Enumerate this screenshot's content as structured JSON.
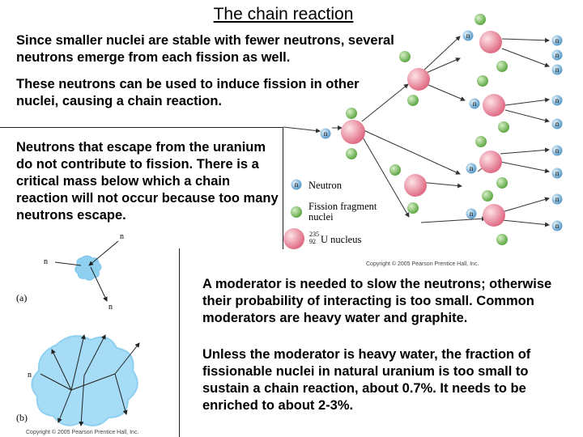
{
  "title": "The chain reaction",
  "paragraphs": {
    "p1": "Since smaller nuclei are stable with fewer neutrons, several neutrons emerge from each fission as well.",
    "p2": "These neutrons can be used to induce fission in other nuclei, causing a chain reaction.",
    "p3": "Neutrons that escape from the uranium do not contribute to fission. There is a critical mass below which a chain reaction will not occur because too many neutrons escape.",
    "p4": "A moderator is needed to slow the neutrons; otherwise their probability of interacting is too small. Common moderators are heavy water and graphite.",
    "p5": "Unless the moderator is heavy water, the fraction of fissionable nuclei in natural uranium is too small to sustain a chain reaction, about 0.7%.  It needs to be enriched to about 2-3%."
  },
  "chain_figure": {
    "neutron_symbol": "n",
    "legend_neutron": "Neutron",
    "legend_fragment_line1": "Fission fragment",
    "legend_fragment_line2": "nuclei",
    "legend_u_mass": "235",
    "legend_u_atomic": "92",
    "legend_u_label": "U nucleus",
    "copyright": "Copyright © 2005 Pearson Prentice Hall, Inc."
  },
  "moderator_figure": {
    "label_a": "(a)",
    "label_b": "(b)",
    "neutron_symbol": "n",
    "copyright": "Copyright © 2005 Pearson Prentice Hall, Inc."
  },
  "colors": {
    "uranium": "#e8869a",
    "fragment": "#7fc063",
    "neutron": "#6aaed6",
    "moderator": "#8fd0f0"
  }
}
